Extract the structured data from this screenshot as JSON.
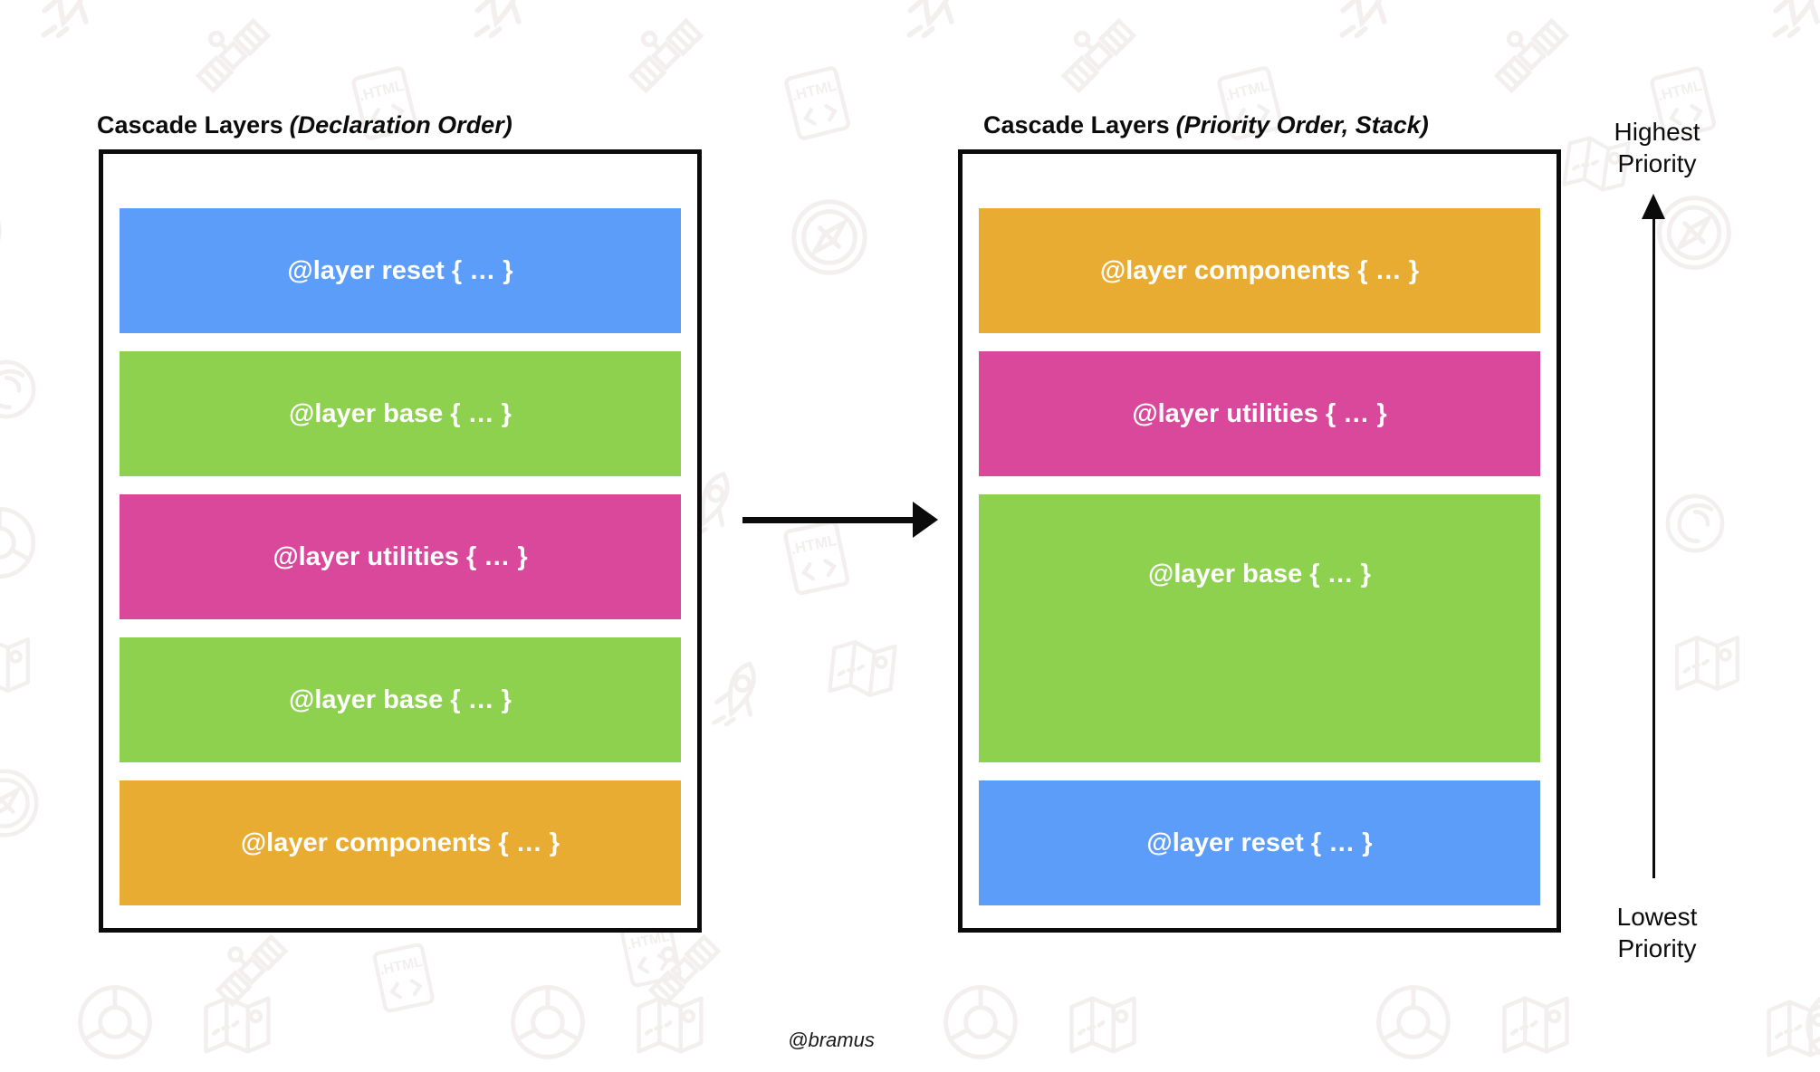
{
  "diagram": {
    "left": {
      "title": "Cascade Layers",
      "title_qualifier": "(Declaration Order)",
      "layers": [
        {
          "name": "reset",
          "label": "@layer reset { … }",
          "color": "#5B9DF8",
          "tall": false
        },
        {
          "name": "base",
          "label": "@layer base { … }",
          "color": "#8DD14E",
          "tall": false
        },
        {
          "name": "utilities",
          "label": "@layer utilities { … }",
          "color": "#D9489B",
          "tall": false
        },
        {
          "name": "base",
          "label": "@layer base { … }",
          "color": "#8DD14E",
          "tall": false
        },
        {
          "name": "components",
          "label": "@layer components { … }",
          "color": "#E9AC33",
          "tall": false
        }
      ]
    },
    "right": {
      "title": "Cascade Layers",
      "title_qualifier": "(Priority Order, Stack)",
      "layers": [
        {
          "name": "components",
          "label": "@layer components { … }",
          "color": "#E9AC33",
          "tall": false
        },
        {
          "name": "utilities",
          "label": "@layer utilities { … }",
          "color": "#D9489B",
          "tall": false
        },
        {
          "name": "base",
          "label": "@layer base { … }",
          "color": "#8DD14E",
          "tall": true
        },
        {
          "name": "reset",
          "label": "@layer reset { … }",
          "color": "#5B9DF8",
          "tall": false
        }
      ]
    },
    "priority_axis": {
      "highest": [
        "Highest",
        "Priority"
      ],
      "lowest": [
        "Lowest",
        "Priority"
      ]
    },
    "credit": "@bramus",
    "colors": {
      "blue": "#5B9DF8",
      "green": "#8DD14E",
      "pink": "#D9489B",
      "orange": "#E9AC33",
      "box_border": "#0b0b0b",
      "arrow": "#0b0b0b",
      "watermark": "#f2efee"
    },
    "background_icons": [
      "rocket-icon",
      "satellite-icon",
      "html-file-icon",
      "compass-icon",
      "laptop-globe-icon",
      "browser-swirl-icon",
      "map-icon",
      "chrome-icon"
    ]
  }
}
